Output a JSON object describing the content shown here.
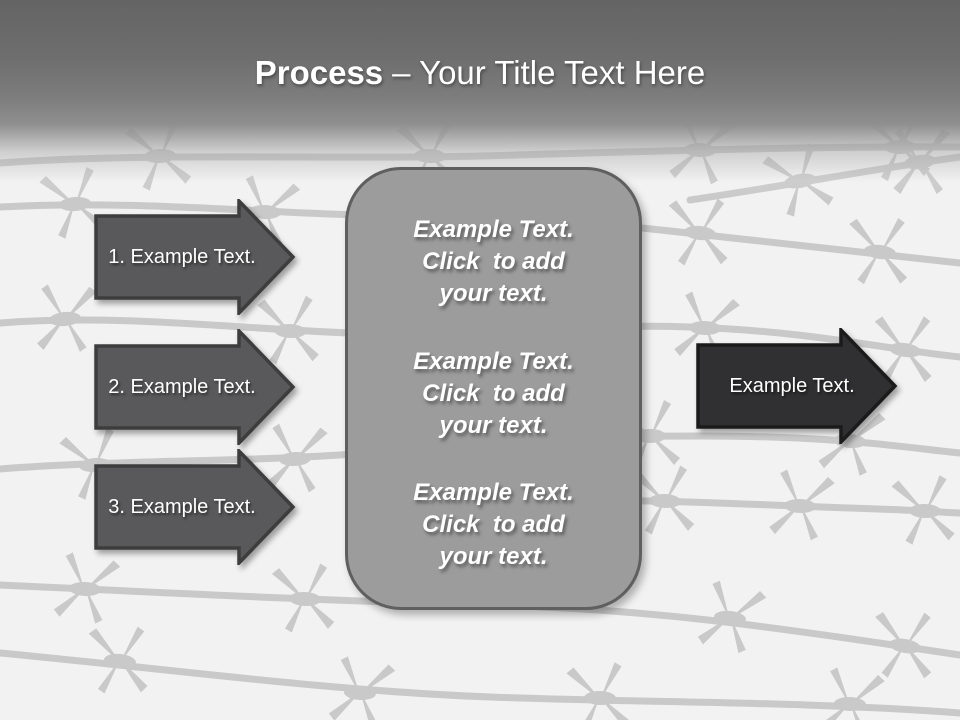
{
  "header": {
    "title_bold": "Process",
    "title_rest": "– Your Title Text Here"
  },
  "left_arrows": [
    {
      "label": "1. Example Text."
    },
    {
      "label": "2. Example Text."
    },
    {
      "label": "3. Example Text."
    }
  ],
  "center_panel": {
    "blocks": [
      {
        "text": "Example Text.\nClick  to add\nyour text."
      },
      {
        "text": "Example Text.\nClick  to add\nyour text."
      },
      {
        "text": "Example Text.\nClick  to add\nyour text."
      }
    ]
  },
  "result_arrow": {
    "label": "Example Text."
  },
  "colors": {
    "background": "#f2f2f2",
    "wire": "#c9c9c9",
    "header_top": "#646464",
    "header_mid": "#8f8f8f",
    "step_arrow_fill": "#59595b",
    "step_arrow_border": "#3d3d3d",
    "result_arrow_fill": "#303032",
    "result_arrow_border": "#1b1b1b",
    "panel_fill": "#9c9c9c",
    "panel_border": "#5f5f5f",
    "text": "#ffffff"
  }
}
